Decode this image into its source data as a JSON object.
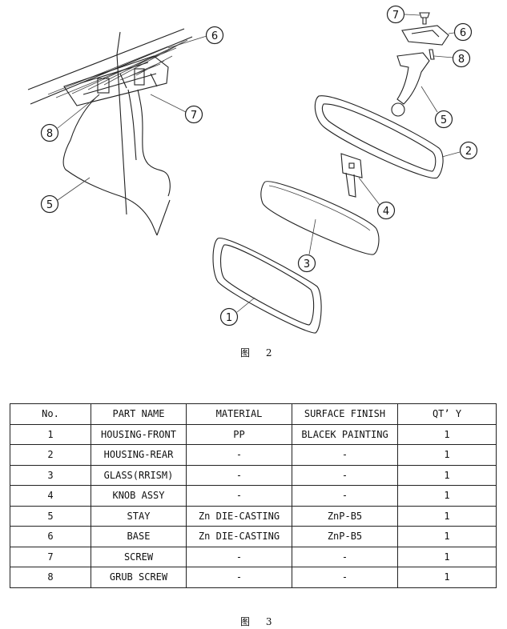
{
  "figure2": {
    "caption": "图 2"
  },
  "callouts": [
    "1",
    "2",
    "3",
    "4",
    "5",
    "6",
    "7",
    "8"
  ],
  "table": {
    "headers": [
      "No.",
      "PART NAME",
      "MATERIAL",
      "SURFACE FINISH",
      "QT’ Y"
    ],
    "rows": [
      [
        "1",
        "HOUSING-FRONT",
        "PP",
        "BLACEK PAINTING",
        "1"
      ],
      [
        "2",
        "HOUSING-REAR",
        "-",
        "-",
        "1"
      ],
      [
        "3",
        "GLASS(RRISM)",
        "-",
        "-",
        "1"
      ],
      [
        "4",
        "KNOB ASSY",
        "-",
        "-",
        "1"
      ],
      [
        "5",
        "STAY",
        "Zn DIE-CASTING",
        "ZnP-B5",
        "1"
      ],
      [
        "6",
        "BASE",
        "Zn DIE-CASTING",
        "ZnP-B5",
        "1"
      ],
      [
        "7",
        "SCREW",
        "-",
        "-",
        "1"
      ],
      [
        "8",
        "GRUB SCREW",
        "-",
        "-",
        "1"
      ]
    ]
  },
  "figure3": {
    "caption": "图 3"
  }
}
